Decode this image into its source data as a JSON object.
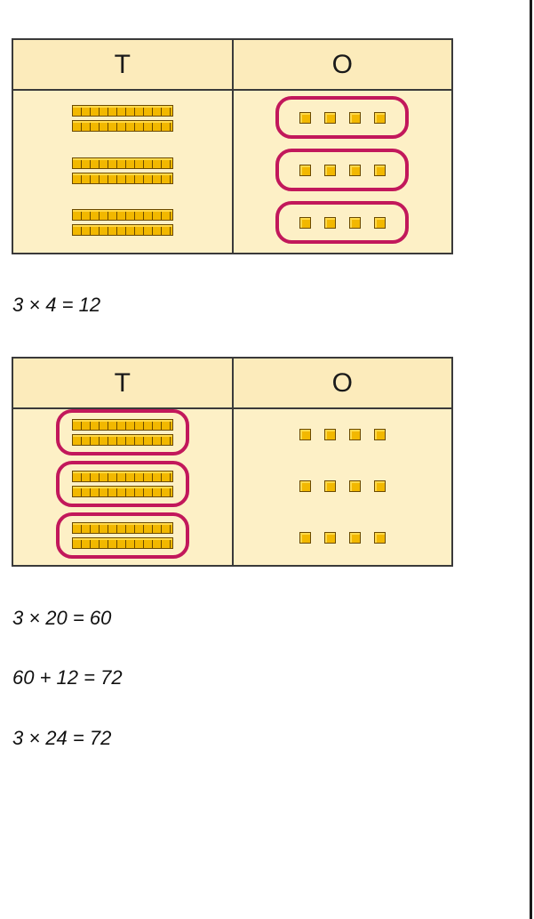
{
  "tables": [
    {
      "header": {
        "tens": "T",
        "ones": "O"
      },
      "tens_groups": 3,
      "rods_per_group": 2,
      "ones_groups": 3,
      "cubes_per_group": 4,
      "ringed": "ones"
    },
    {
      "header": {
        "tens": "T",
        "ones": "O"
      },
      "tens_groups": 3,
      "rods_per_group": 2,
      "ones_groups": 3,
      "cubes_per_group": 4,
      "ringed": "tens"
    }
  ],
  "equations": {
    "eq1": "3 × 4 = 12",
    "eq2": "3 × 20 = 60",
    "eq3": "60 + 12 = 72",
    "eq4": "3 × 24 = 72"
  },
  "colors": {
    "ring": "#c2185b",
    "block": "#f2b800",
    "table_bg": "#fdf0c6"
  }
}
